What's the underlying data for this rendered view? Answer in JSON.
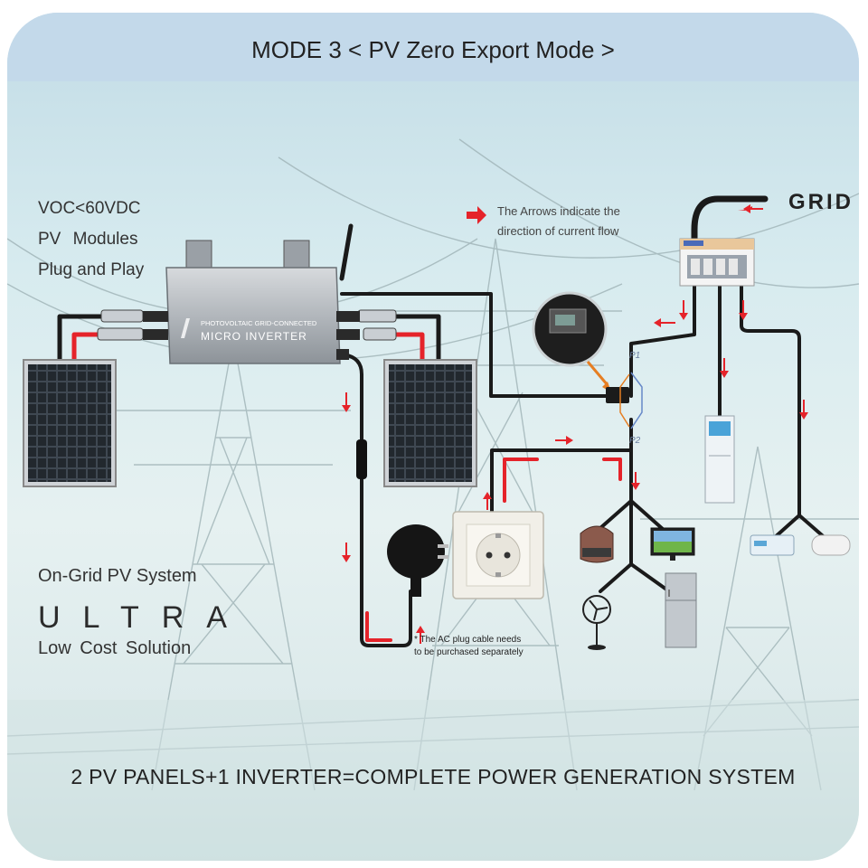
{
  "title": "MODE 3 < PV Zero Export Mode >",
  "specs": [
    "VOC<60VDC",
    "PV  Modules",
    "Plug and Play"
  ],
  "arrow_note": [
    "The Arrows indicate the",
    "direction of current flow"
  ],
  "grid_label": "GRID",
  "inverter": {
    "line1": "PHOTOVOLTAIC GRID-CONNECTED",
    "line2": "MICRO INVERTER"
  },
  "sensor_labels": [
    "P1",
    "P2"
  ],
  "ac_plug_note": [
    "* The AC plug cable needs",
    "to be purchased separately"
  ],
  "system": {
    "type": "On-Grid PV System",
    "brand": "ULTRA",
    "tagline": "Low  Cost  Solution"
  },
  "footer": "2 PV PANELS+1 INVERTER=COMPLETE POWER GENERATION SYSTEM",
  "colors": {
    "arrow": "#e5232a",
    "wire": "#1a1a1a",
    "background": "#d7ebef",
    "header_band": "#c3d9ea"
  },
  "icons": [
    "solar-panel-icon",
    "micro-inverter-icon",
    "antenna-icon",
    "mc4-connector-icon",
    "ac-plug-icon",
    "wall-socket-icon",
    "current-sensor-icon",
    "breaker-box-icon",
    "rice-cooker-icon",
    "television-icon",
    "fan-icon",
    "refrigerator-icon",
    "tower-air-conditioner-icon",
    "wall-air-conditioner-icon"
  ]
}
